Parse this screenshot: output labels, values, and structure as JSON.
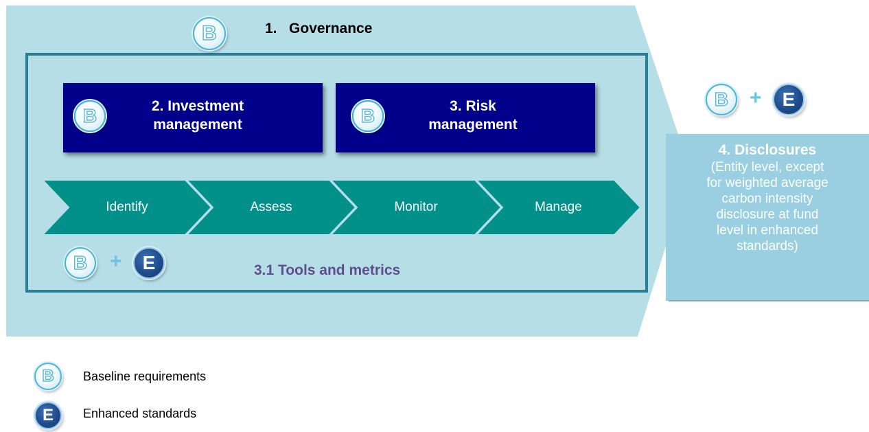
{
  "governance": {
    "number": "1.",
    "label": "Governance"
  },
  "investment": {
    "line1": "2. Investment",
    "line2": "management"
  },
  "risk": {
    "line1": "3. Risk",
    "line2": "management"
  },
  "process_steps": [
    "Identify",
    "Assess",
    "Monitor",
    "Manage"
  ],
  "tools": {
    "label": "3.1 Tools and metrics"
  },
  "disclosures": {
    "title": "4. Disclosures",
    "body_lines": [
      "(Entity level, except",
      "for weighted average",
      "carbon intensity",
      "disclosure at fund",
      "level in enhanced",
      "standards)"
    ]
  },
  "badges": {
    "baseline_letter": "B",
    "enhanced_letter": "E",
    "plus": "+"
  },
  "legend": {
    "baseline": "Baseline requirements",
    "enhanced": "Enhanced standards"
  },
  "colors": {
    "outer_band": "#b6dee7",
    "frame_border": "#2a8095",
    "box_blue": "#00008b",
    "chevron_teal": "#02908a",
    "disclosure_box": "#99cfe0",
    "tools_text": "#5d4e8c"
  }
}
